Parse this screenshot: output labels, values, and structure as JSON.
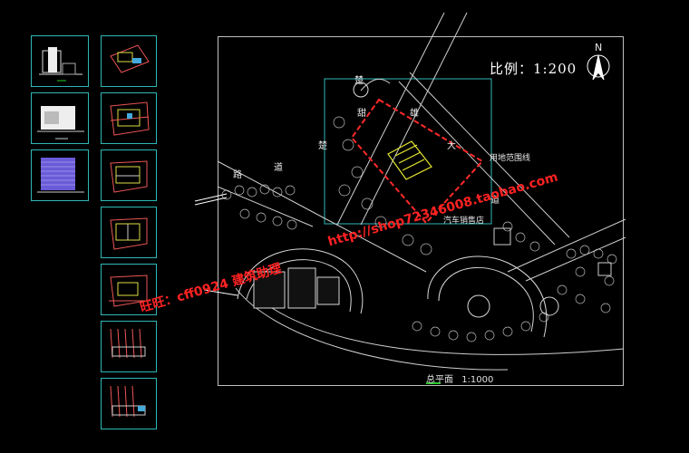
{
  "scale_label": "比例：1:200",
  "north_label": "N",
  "street_labels": {
    "top_left_char": "楚",
    "road_a_1": "甜",
    "road_a_2": "雄",
    "road_b_1": "大",
    "road_b_2": "道",
    "road_c_1": "楚",
    "road_c_2": "道",
    "road_d_1": "路"
  },
  "site_boundary_label": "用地范围线",
  "shop_label": "汽车销售店",
  "plan_title": "总平面",
  "plan_scale": "1:1000",
  "watermark": {
    "part1": "旺旺：cff0924 建筑助理",
    "part2": "http://shop72346008.taobao.com"
  },
  "colors": {
    "thumb_border": "#2fb7b7",
    "frame": "#bfbfbf",
    "site_boundary": "#ff2a2a",
    "building": "#e8e830",
    "watermark": "#ff2222",
    "plan_underline": "#25c825"
  }
}
